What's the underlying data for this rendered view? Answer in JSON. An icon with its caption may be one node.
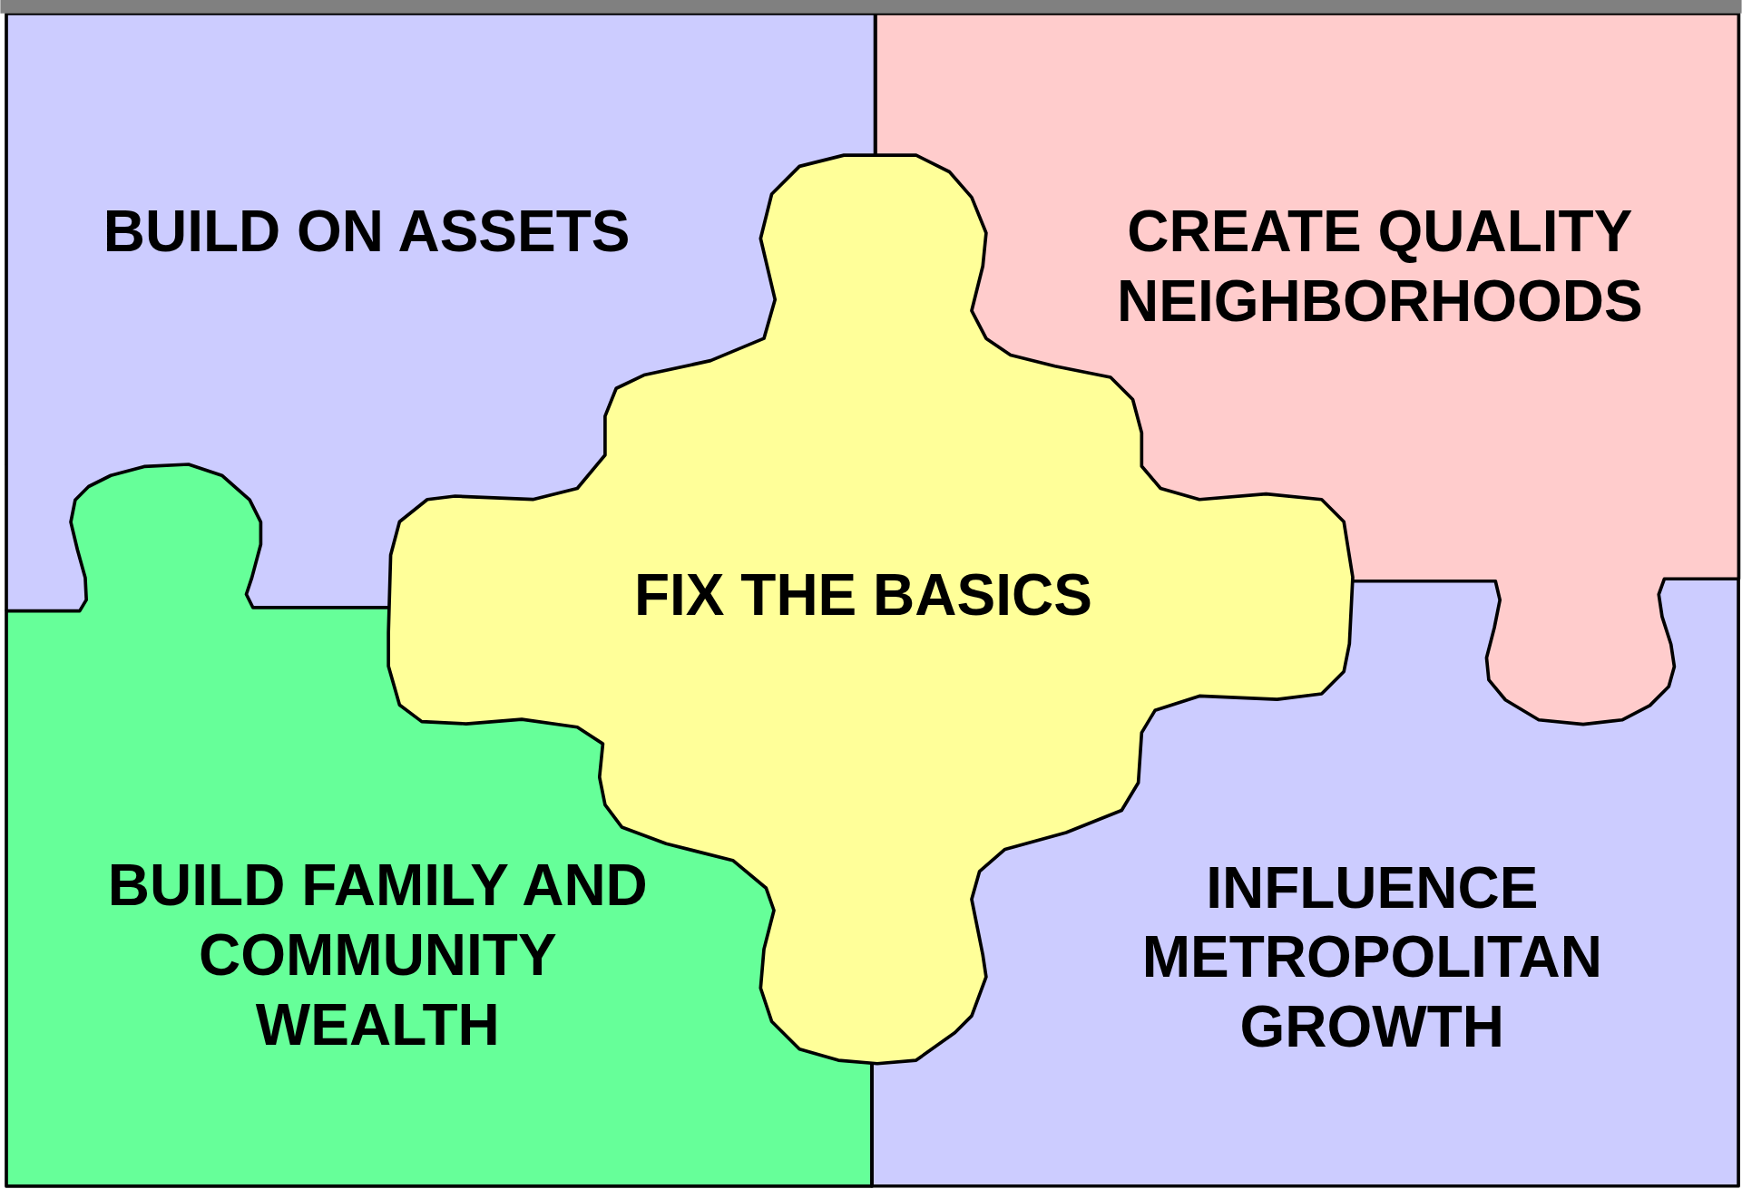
{
  "diagram": {
    "nodes": [
      {
        "text": [
          "BUILD ON ASSETS"
        ]
      },
      {
        "text": [
          "CREATE QUALITY NEIGHBORHOODS"
        ]
      },
      {
        "text": [
          "INFLUENCE METROPOLITAN GROWTH"
        ]
      },
      {
        "text": [
          "BUILD FAMILY AND COMMUNITY WEALTH"
        ]
      },
      {
        "text": [
          "FIX THE BASICS"
        ]
      },
      {
        "text": [],
        "shape": "bar"
      }
    ]
  }
}
